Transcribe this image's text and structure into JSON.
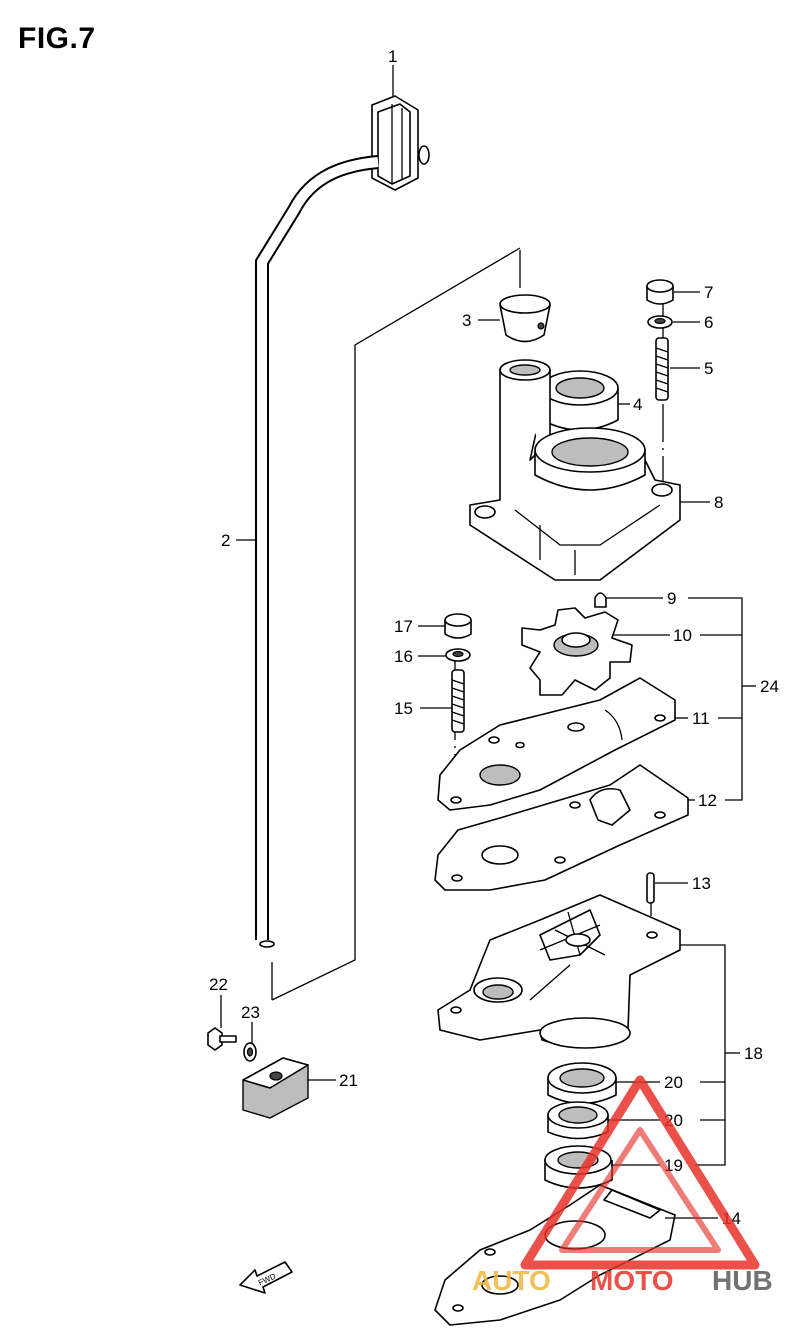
{
  "figure": {
    "title": "FIG.7"
  },
  "callouts": {
    "c1": "1",
    "c2": "2",
    "c3": "3",
    "c4": "4",
    "c5": "5",
    "c6": "6",
    "c7": "7",
    "c8": "8",
    "c9": "9",
    "c10": "10",
    "c11": "11",
    "c12": "12",
    "c13": "13",
    "c14": "14",
    "c15": "15",
    "c16": "16",
    "c17": "17",
    "c18": "18",
    "c19": "19",
    "c20a": "20",
    "c20b": "20",
    "c21": "21",
    "c22": "22",
    "c23": "23",
    "c24": "24"
  },
  "direction_arrow": {
    "label": "FWD"
  },
  "watermark": {
    "text_a": "AUTO",
    "text_b": "MOTO",
    "text_c": "HUB",
    "color_primary": "#e8322a",
    "color_secondary": "#f2b63c",
    "color_tertiary": "#5a5a5a"
  }
}
